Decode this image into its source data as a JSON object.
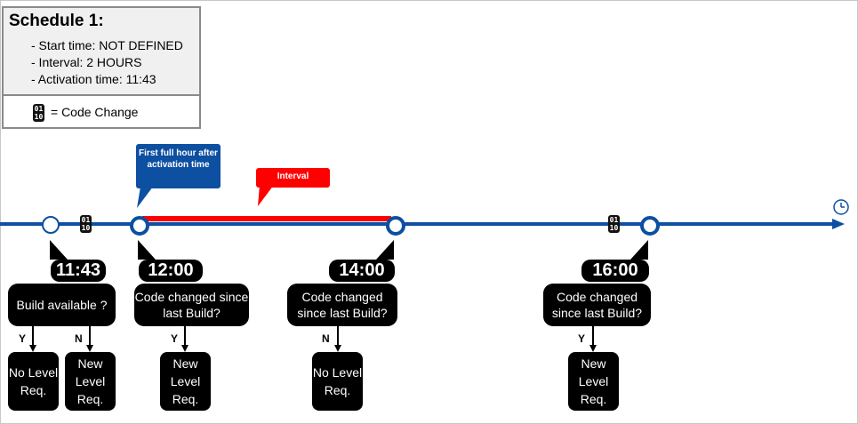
{
  "legend": {
    "title": "Schedule 1:",
    "start_time": "- Start time:  NOT DEFINED",
    "interval": "- Interval:  2 HOURS",
    "activation_time": "- Activation time:  11:43",
    "code_change_label": "= Code Change",
    "code_icon_text_top": "01",
    "code_icon_text_bottom": "10"
  },
  "callouts": {
    "first_full_hour": "First full hour after activation time",
    "interval": "Interval"
  },
  "times": {
    "t1143": "11:43",
    "t1200": "12:00",
    "t1400": "14:00",
    "t1600": "16:00"
  },
  "decisions": {
    "build_available": "Build available ?",
    "code_changed": "Code changed since last Build?"
  },
  "results": {
    "no_level": "No Level Req.",
    "new_level": "New Level Req."
  },
  "branches": {
    "yes": "Y",
    "no": "N"
  },
  "colors": {
    "timeline_blue": "#0d4fa0",
    "interval_red": "#ff0000",
    "box_black": "#000000"
  },
  "icons": [
    "clock-icon",
    "code-change-icon"
  ]
}
